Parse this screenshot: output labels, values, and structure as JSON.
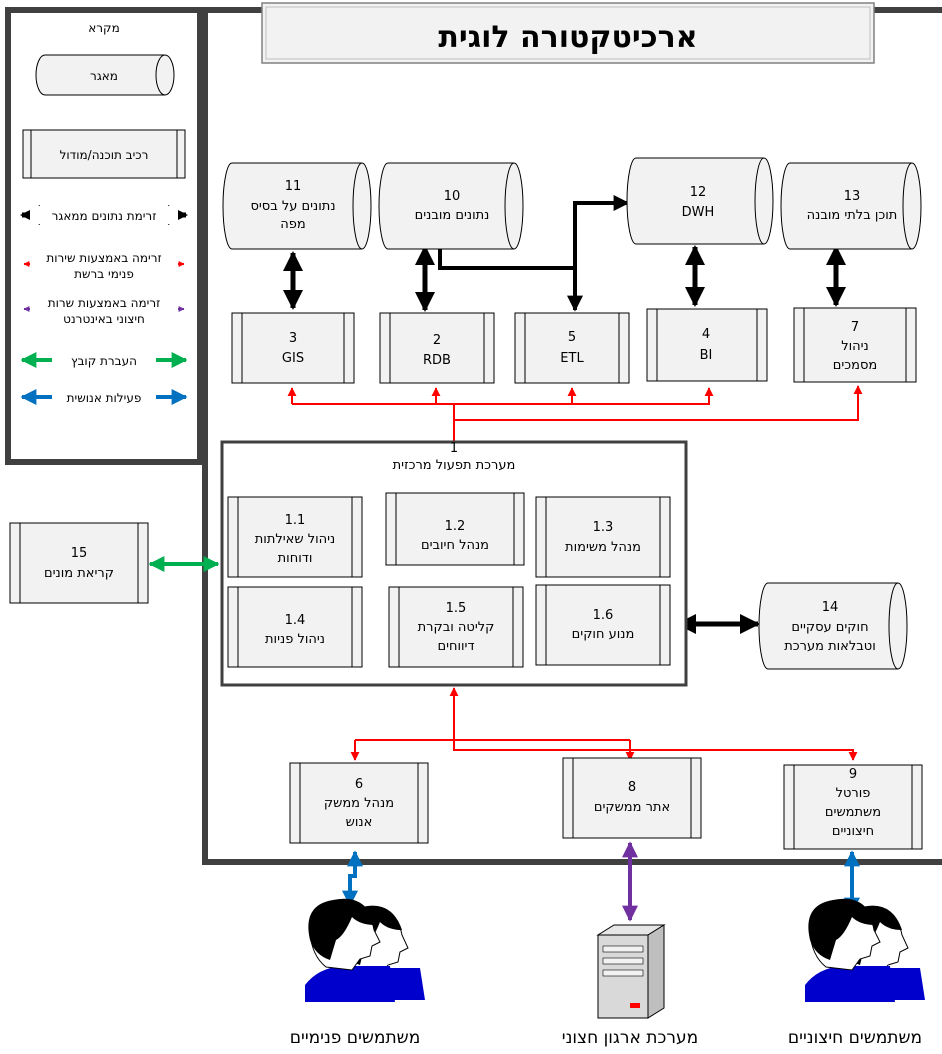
{
  "title": "ארכיטקטורה לוגית",
  "legend": {
    "title": "מקרא",
    "repo": "מאגר",
    "module": "רכיב תוכנה/מודול",
    "data_flow": "זרימת נתונים ממאגר",
    "internal_service": [
      "זרימה באמצעות שירות",
      "פנימי ברשת"
    ],
    "external_service": [
      "זרימה באמצעות שרות",
      "חיצוני באינטרנט"
    ],
    "file_transfer": "העברת קובץ",
    "human_activity": "פעילות אנושית"
  },
  "repositories": {
    "r11": {
      "num": "11",
      "lines": [
        "נתונים על בסיס",
        "מפה"
      ]
    },
    "r10": {
      "num": "10",
      "lines": [
        "נתונים מובנים"
      ]
    },
    "r12": {
      "num": "12",
      "lines": [
        "DWH"
      ]
    },
    "r13": {
      "num": "13",
      "lines": [
        "תוכן בלתי מובנה"
      ]
    },
    "r14": {
      "num": "14",
      "lines": [
        "חוקים עסקיים",
        "וטבלאות מערכת"
      ]
    }
  },
  "modules": {
    "m3": {
      "num": "3",
      "lines": [
        "GIS"
      ]
    },
    "m2": {
      "num": "2",
      "lines": [
        "RDB"
      ]
    },
    "m5": {
      "num": "5",
      "lines": [
        "ETL"
      ]
    },
    "m4": {
      "num": "4",
      "lines": [
        "BI"
      ]
    },
    "m7": {
      "num": "7",
      "lines": [
        "ניהול",
        "מסמכים"
      ]
    },
    "m15": {
      "num": "15",
      "lines": [
        "קריאת מונים"
      ]
    },
    "m6": {
      "num": "6",
      "lines": [
        "מנהל ממשק",
        "אנוש"
      ]
    },
    "m8": {
      "num": "8",
      "lines": [
        "אתר ממשקים"
      ]
    },
    "m9": {
      "num": "9",
      "lines": [
        "פורטל",
        "משתמשים",
        "חיצוניים"
      ]
    }
  },
  "central": {
    "num": "1",
    "label": "מערכת תפעול מרכזית",
    "sub": {
      "s11": {
        "num": "1.1",
        "lines": [
          "ניהול שאילתות",
          "ודוחות"
        ]
      },
      "s12": {
        "num": "1.2",
        "lines": [
          "מנהל חיובים"
        ]
      },
      "s13": {
        "num": "1.3",
        "lines": [
          "מנהל משימות"
        ]
      },
      "s14": {
        "num": "1.4",
        "lines": [
          "ניהול פניות"
        ]
      },
      "s15": {
        "num": "1.5",
        "lines": [
          "קליטה ובקרת",
          "דיווחים"
        ]
      },
      "s16": {
        "num": "1.6",
        "lines": [
          "מנוע חוקים"
        ]
      }
    }
  },
  "actors": {
    "internal_users": "משתמשים פנימיים",
    "external_system": "מערכת ארגון חצוני",
    "external_users": "משתמשים חיצוניים"
  },
  "colors": {
    "internal_service": "#ff0000",
    "external_service": "#7030a0",
    "file_transfer": "#00b050",
    "human_activity": "#0070c0",
    "data_flow": "#000000",
    "box_fill": "#f2f2f2",
    "hair": "#000000",
    "skin": "#ffffff",
    "shirt": "#0000cc"
  }
}
